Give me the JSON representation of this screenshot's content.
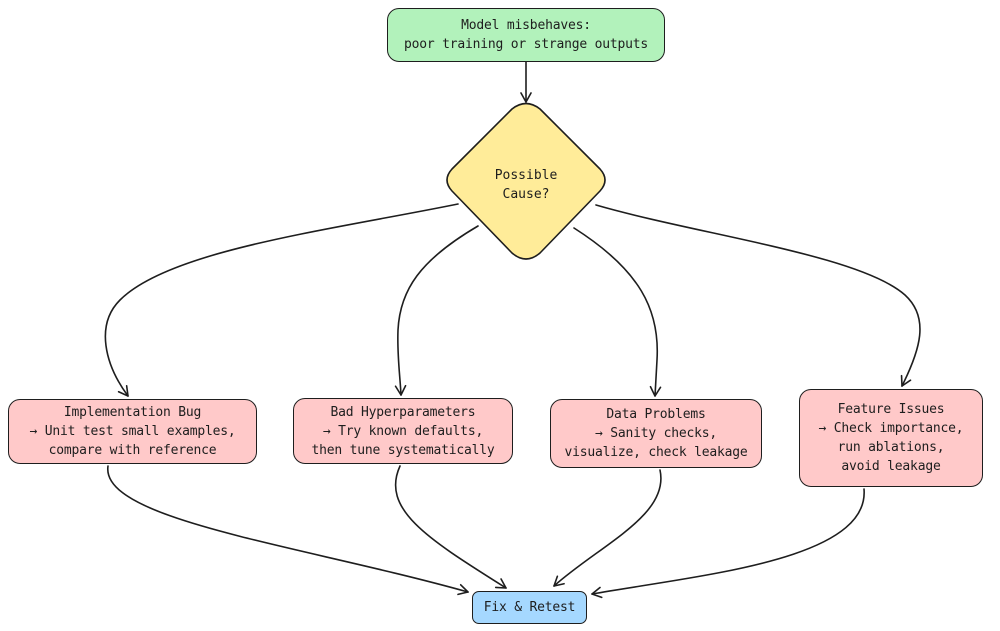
{
  "start": {
    "line1": "Model misbehaves:",
    "line2": "poor training or strange outputs"
  },
  "decision": {
    "line1": "Possible",
    "line2": "Cause?"
  },
  "causes": [
    {
      "title": "Implementation Bug",
      "line2": "→ Unit test small examples,",
      "line3": "compare with reference"
    },
    {
      "title": "Bad Hyperparameters",
      "line2": "→ Try known defaults,",
      "line3": "then tune systematically"
    },
    {
      "title": "Data Problems",
      "line2": "→ Sanity checks,",
      "line3": "visualize, check leakage"
    },
    {
      "title": "Feature Issues",
      "line2": "→ Check importance,",
      "line3": "run ablations,",
      "line4": "avoid leakage"
    }
  ],
  "end": {
    "label": "Fix & Retest"
  },
  "colors": {
    "start_fill": "#b2f2bb",
    "decision_fill": "#ffec99",
    "cause_fill": "#ffc9c9",
    "end_fill": "#a5d8ff",
    "stroke": "#1e1e1e"
  }
}
